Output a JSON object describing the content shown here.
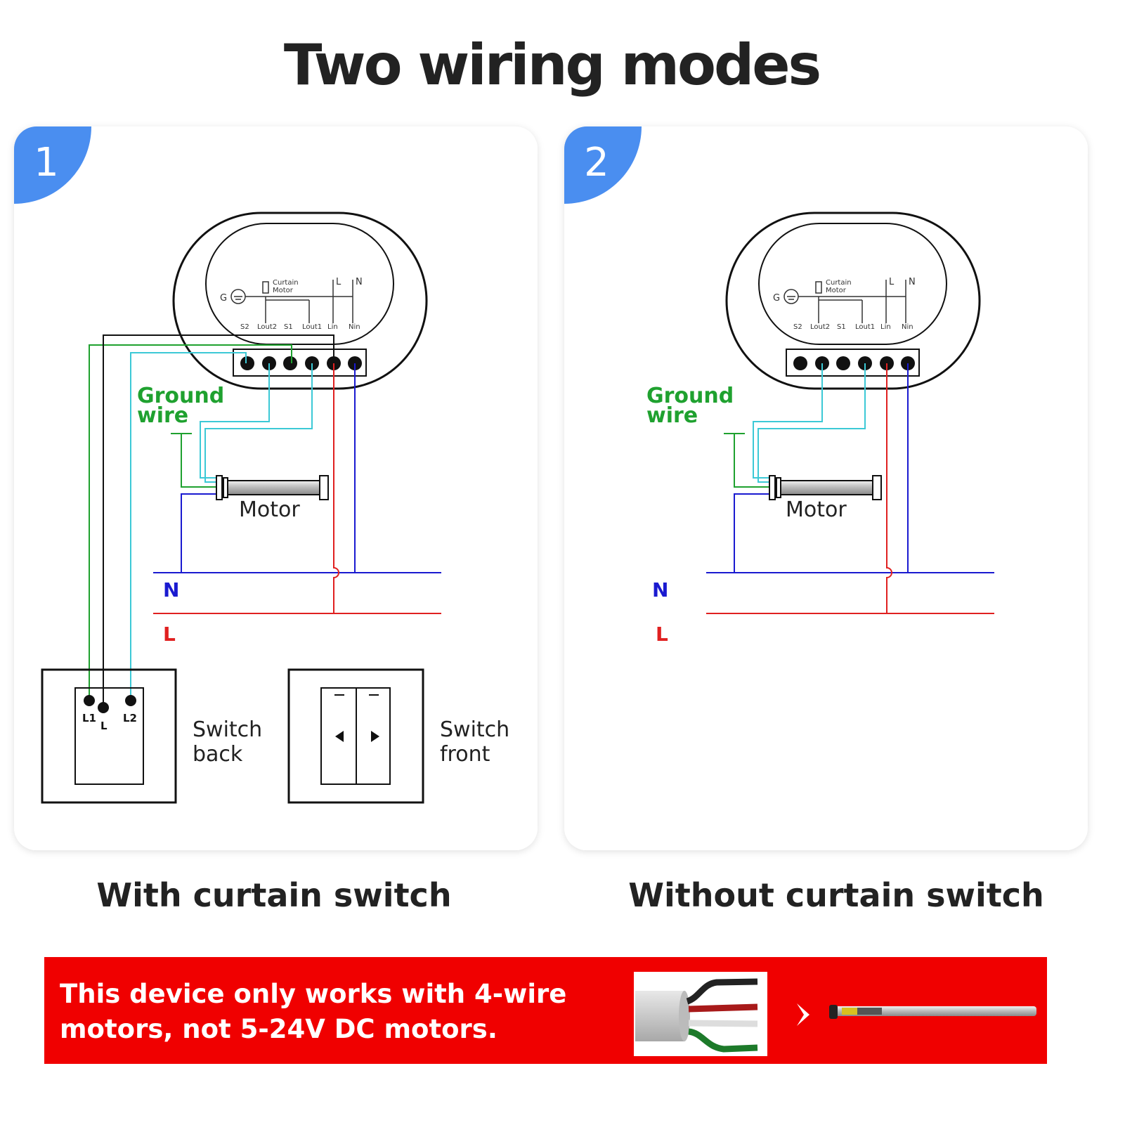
{
  "title": "Two wiring modes",
  "panels": [
    {
      "number": "1",
      "caption": "With curtain switch"
    },
    {
      "number": "2",
      "caption": "Without curtain switch"
    }
  ],
  "device": {
    "ground": "G",
    "motor_symbol_label_1": "Curtain",
    "motor_symbol_label_2": "Motor",
    "L": "L",
    "N": "N",
    "terminals": [
      "S2",
      "Lout2",
      "S1",
      "Lout1",
      "Lin",
      "Nin"
    ]
  },
  "labels": {
    "ground_1": "Ground",
    "ground_2": "wire",
    "motor": "Motor",
    "neutral": "N",
    "live": "L",
    "switch_back_1": "Switch",
    "switch_back_2": "back",
    "switch_front_1": "Switch",
    "switch_front_2": "front",
    "sw_L1": "L1",
    "sw_L": "L",
    "sw_L2": "L2"
  },
  "banner": {
    "line1": "This device only works with 4-wire",
    "line2": "motors, not 5-24V DC motors.",
    "arrow_icon": "chevron-right-icon"
  },
  "colors": {
    "accent_blue": "#4a8ef0",
    "banner_red": "#f00000",
    "ground_green": "#1fa12f",
    "neutral_blue": "#1a1ad0",
    "live_red": "#e02020",
    "cyan": "#3cc9d6"
  }
}
